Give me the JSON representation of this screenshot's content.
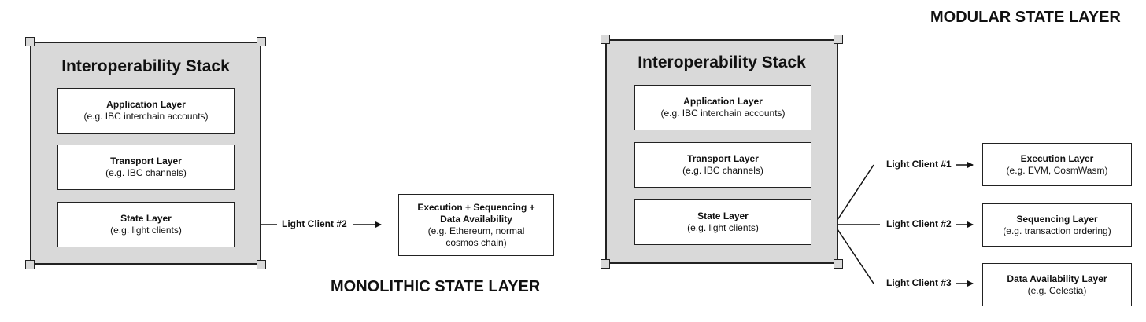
{
  "headings": {
    "modular": "MODULAR STATE LAYER",
    "monolithic": "MONOLITHIC STATE LAYER"
  },
  "left_stack": {
    "title": "Interoperability Stack",
    "layers": [
      {
        "title": "Application Layer",
        "sub": "(e.g. IBC interchain accounts)"
      },
      {
        "title": "Transport Layer",
        "sub": "(e.g. IBC channels)"
      },
      {
        "title": "State Layer",
        "sub": "(e.g. light clients)"
      }
    ]
  },
  "left_connection": {
    "label": "Light Client #2",
    "target": {
      "title_line1": "Execution + Sequencing +",
      "title_line2": "Data Availability",
      "sub_line1": "(e.g. Ethereum, normal",
      "sub_line2": "cosmos chain)"
    }
  },
  "right_stack": {
    "title": "Interoperability Stack",
    "layers": [
      {
        "title": "Application Layer",
        "sub": "(e.g. IBC interchain accounts)"
      },
      {
        "title": "Transport Layer",
        "sub": "(e.g. IBC channels)"
      },
      {
        "title": "State Layer",
        "sub": "(e.g. light clients)"
      }
    ]
  },
  "right_connections": [
    {
      "label": "Light Client #1",
      "target": {
        "title": "Execution Layer",
        "sub": "(e.g. EVM, CosmWasm)"
      }
    },
    {
      "label": "Light Client #2",
      "target": {
        "title": "Sequencing Layer",
        "sub": "(e.g. transaction ordering)"
      }
    },
    {
      "label": "Light Client #3",
      "target": {
        "title": "Data Availability Layer",
        "sub": "(e.g. Celestia)"
      }
    }
  ]
}
